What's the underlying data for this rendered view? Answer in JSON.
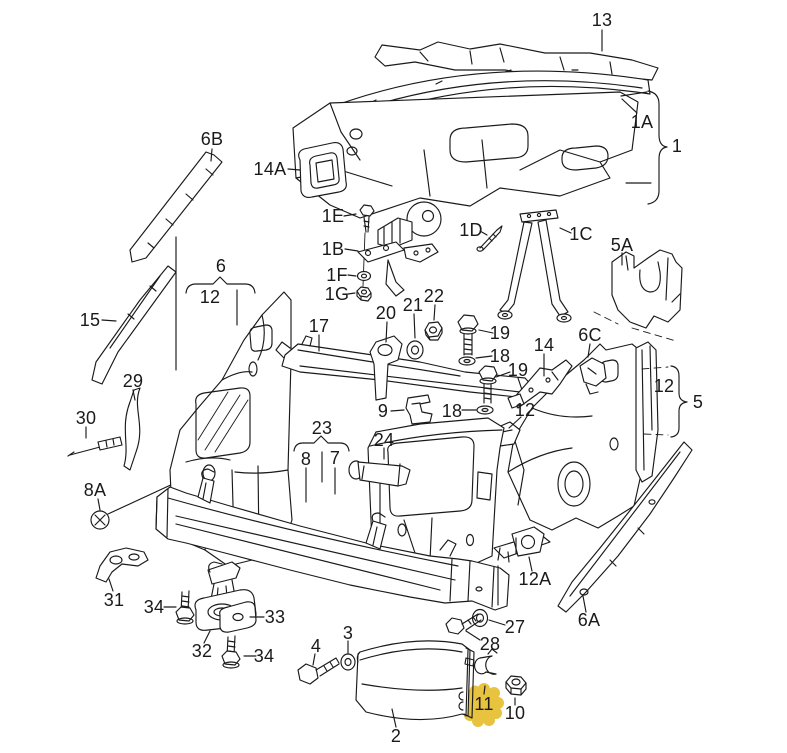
{
  "meta": {
    "drawing_type": "exploded parts diagram (front body panels)",
    "background": "#ffffff",
    "line_color": "#1a1a1a",
    "highlight_color": "#e8c33f",
    "highlighted_part": "11"
  },
  "labels": {
    "13": {
      "text": "13"
    },
    "1": {
      "text": "1"
    },
    "1A": {
      "text": "1A"
    },
    "14A": {
      "text": "14A"
    },
    "6B": {
      "text": "6B"
    },
    "1E": {
      "text": "1E"
    },
    "1B": {
      "text": "1B"
    },
    "1F": {
      "text": "1F"
    },
    "1G": {
      "text": "1G"
    },
    "1D": {
      "text": "1D"
    },
    "1C": {
      "text": "1C"
    },
    "5A": {
      "text": "5A"
    },
    "15": {
      "text": "15"
    },
    "6": {
      "text": "6"
    },
    "12_left": {
      "text": "12"
    },
    "17": {
      "text": "17"
    },
    "20": {
      "text": "20"
    },
    "21": {
      "text": "21"
    },
    "22": {
      "text": "22"
    },
    "19_upper": {
      "text": "19"
    },
    "18_upper": {
      "text": "18"
    },
    "19_lower": {
      "text": "19"
    },
    "18_lower": {
      "text": "18"
    },
    "12_center": {
      "text": "12"
    },
    "9": {
      "text": "9"
    },
    "23": {
      "text": "23"
    },
    "8": {
      "text": "8"
    },
    "7": {
      "text": "7"
    },
    "24": {
      "text": "24"
    },
    "14": {
      "text": "14"
    },
    "6C": {
      "text": "6C"
    },
    "12_right": {
      "text": "12"
    },
    "5": {
      "text": "5"
    },
    "29": {
      "text": "29"
    },
    "30": {
      "text": "30"
    },
    "8A": {
      "text": "8A"
    },
    "31": {
      "text": "31"
    },
    "34_left": {
      "text": "34"
    },
    "32": {
      "text": "32"
    },
    "33": {
      "text": "33"
    },
    "34_right": {
      "text": "34"
    },
    "2": {
      "text": "2"
    },
    "4": {
      "text": "4"
    },
    "3": {
      "text": "3"
    },
    "28": {
      "text": "28"
    },
    "27": {
      "text": "27"
    },
    "11": {
      "text": "11",
      "highlighted": true
    },
    "10": {
      "text": "10"
    },
    "12A": {
      "text": "12A"
    },
    "6A": {
      "text": "6A"
    }
  }
}
